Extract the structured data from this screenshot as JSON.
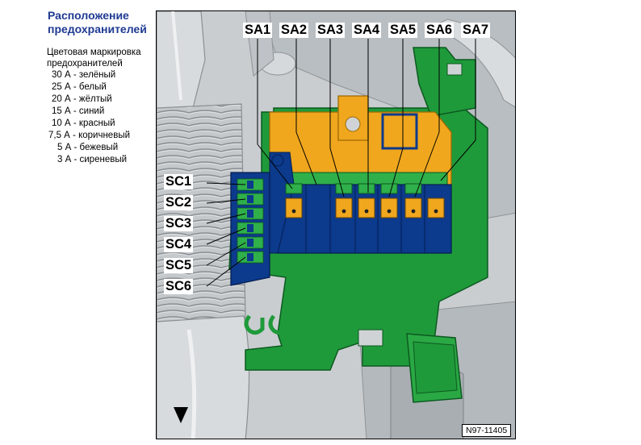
{
  "title": "Расположение предохранителей",
  "legend": {
    "heading": "Цветовая маркировка предохранителей",
    "items": [
      {
        "rating": "30 А",
        "color_name": "зелёный"
      },
      {
        "rating": "25 А",
        "color_name": "белый"
      },
      {
        "rating": "20 А",
        "color_name": "жёлтый"
      },
      {
        "rating": "15 А",
        "color_name": "синий"
      },
      {
        "rating": "10 А",
        "color_name": "красный"
      },
      {
        "rating": "7,5 А",
        "color_name": "коричневый"
      },
      {
        "rating": "5 А",
        "color_name": "бежевый"
      },
      {
        "rating": "3 А",
        "color_name": "сиреневый"
      }
    ]
  },
  "fuse_labels": {
    "sa": [
      "SA1",
      "SA2",
      "SA3",
      "SA4",
      "SA5",
      "SA6",
      "SA7"
    ],
    "sc": [
      "SC1",
      "SC2",
      "SC3",
      "SC4",
      "SC5",
      "SC6"
    ]
  },
  "reference_code": "N97-11405",
  "colors": {
    "title": "#1f3a93",
    "bracket_green": "#1f9a3a",
    "fuse_block_blue": "#0c3a8c",
    "fuse_orange": "#f0a71e",
    "background_gray": "#cfd3d6"
  }
}
